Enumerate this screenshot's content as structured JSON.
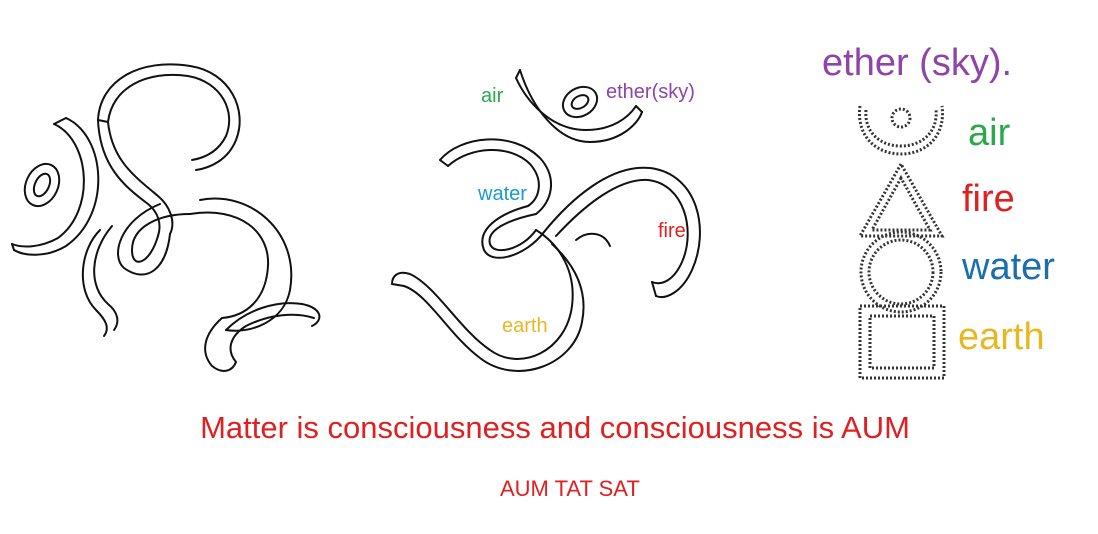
{
  "colors": {
    "air": "#2aa84a",
    "ether": "#8e44a8",
    "water": "#1a9ad6",
    "fire": "#e02020",
    "earth": "#e8b820",
    "caption": "#e02020",
    "outline": "#111111"
  },
  "middle_labels": {
    "air": "air",
    "ether": "ether(sky)",
    "water": "water",
    "fire": "fire",
    "earth": "earth"
  },
  "right_labels": {
    "ether": "ether (sky).",
    "air": "air",
    "fire": "fire",
    "water": "water",
    "earth": "earth"
  },
  "caption": "Matter is consciousness and  consciousness is AUM",
  "mantra": "AUM TAT SAT"
}
